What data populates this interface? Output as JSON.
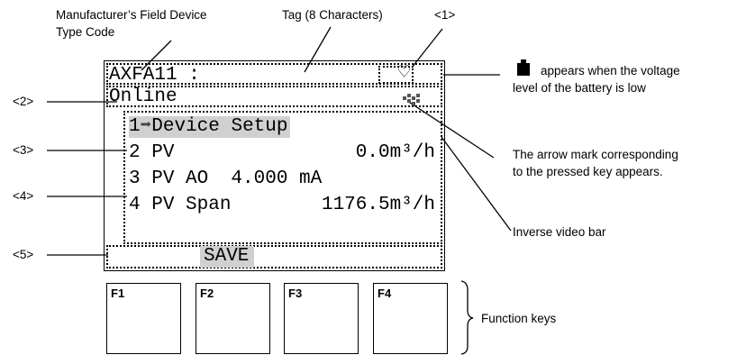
{
  "annotations": {
    "type_code_line1": "Manufacturer’s Field Device",
    "type_code_line2": "Type Code",
    "tag": "Tag (8 Characters)",
    "ref1": "<1>",
    "ref2": "<2>",
    "ref3": "<3>",
    "ref4": "<4>",
    "ref5": "<5>",
    "battery_line1": "appears when the voltage",
    "battery_line2": "level of the battery is low",
    "arrow_line1": "The arrow mark corresponding",
    "arrow_line2": "to the pressed key appears.",
    "inverse_bar": "Inverse video bar",
    "function_keys": "Function keys"
  },
  "lcd": {
    "header": "AXFA11 :",
    "status": "Online",
    "heart_glyph": "♡",
    "menu": [
      {
        "num": "1",
        "arrow": "➡",
        "text": "Device Setup",
        "value": ""
      },
      {
        "num": "2",
        "text": " PV",
        "value": "0.0m³/h"
      },
      {
        "num": "3",
        "text": " PV AO  4.000 mA",
        "value": ""
      },
      {
        "num": "4",
        "text": " PV Span",
        "value": "1176.5m³/h"
      }
    ],
    "softkey": "SAVE"
  },
  "function_keys": [
    "F1",
    "F2",
    "F3",
    "F4"
  ]
}
